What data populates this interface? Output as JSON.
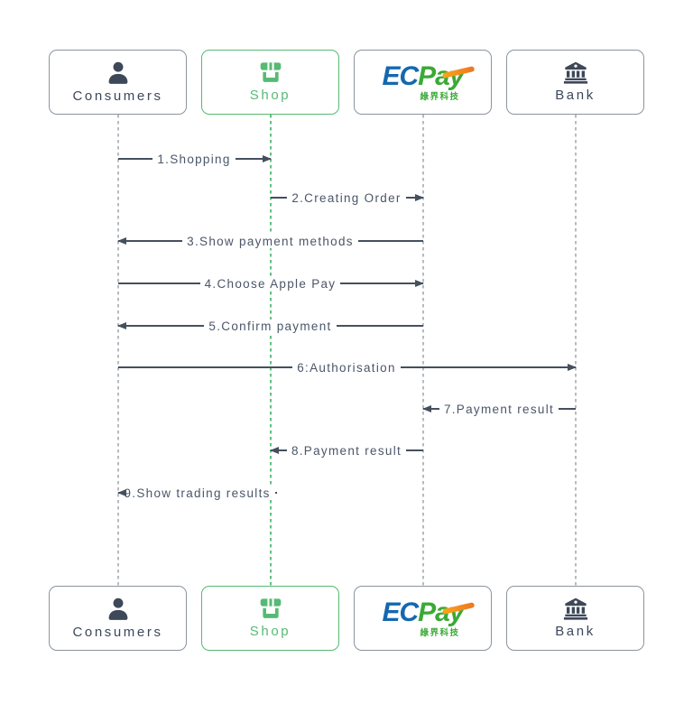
{
  "actors": [
    {
      "id": "consumers",
      "label": "Consumers",
      "icon": "person-icon"
    },
    {
      "id": "shop",
      "label": "Shop",
      "icon": "store-icon"
    },
    {
      "id": "ecpay",
      "label": "ECPay",
      "icon": "ecpay-logo",
      "logo": {
        "ec": "EC",
        "pay": "Pay",
        "subtitle": "綠界科技"
      }
    },
    {
      "id": "bank",
      "label": "Bank",
      "icon": "bank-icon"
    }
  ],
  "messages": [
    {
      "label": "1.Shopping",
      "from": "consumers",
      "to": "shop"
    },
    {
      "label": "2.Creating Order",
      "from": "shop",
      "to": "ecpay"
    },
    {
      "label": "3.Show payment methods",
      "from": "ecpay",
      "to": "consumers"
    },
    {
      "label": "4.Choose Apple Pay",
      "from": "consumers",
      "to": "ecpay"
    },
    {
      "label": "5.Confirm payment",
      "from": "ecpay",
      "to": "consumers"
    },
    {
      "label": "6:Authorisation",
      "from": "consumers",
      "to": "bank"
    },
    {
      "label": "7.Payment result",
      "from": "bank",
      "to": "ecpay"
    },
    {
      "label": "8.Payment result",
      "from": "ecpay",
      "to": "shop"
    },
    {
      "label": "9.Show trading results",
      "from": "shop",
      "to": "consumers"
    }
  ],
  "colors": {
    "dark": "#3d4859",
    "text": "#4b5669",
    "line": "#45505f",
    "green": "#56ba74",
    "lifeline-gray": "#b6bbc1",
    "lifeline-green": "#62c083",
    "gray-border": "#8b949e",
    "ecpay-blue": "#1568af",
    "ecpay-green": "#3aa935",
    "ecpay-orange": "#ee7623"
  }
}
